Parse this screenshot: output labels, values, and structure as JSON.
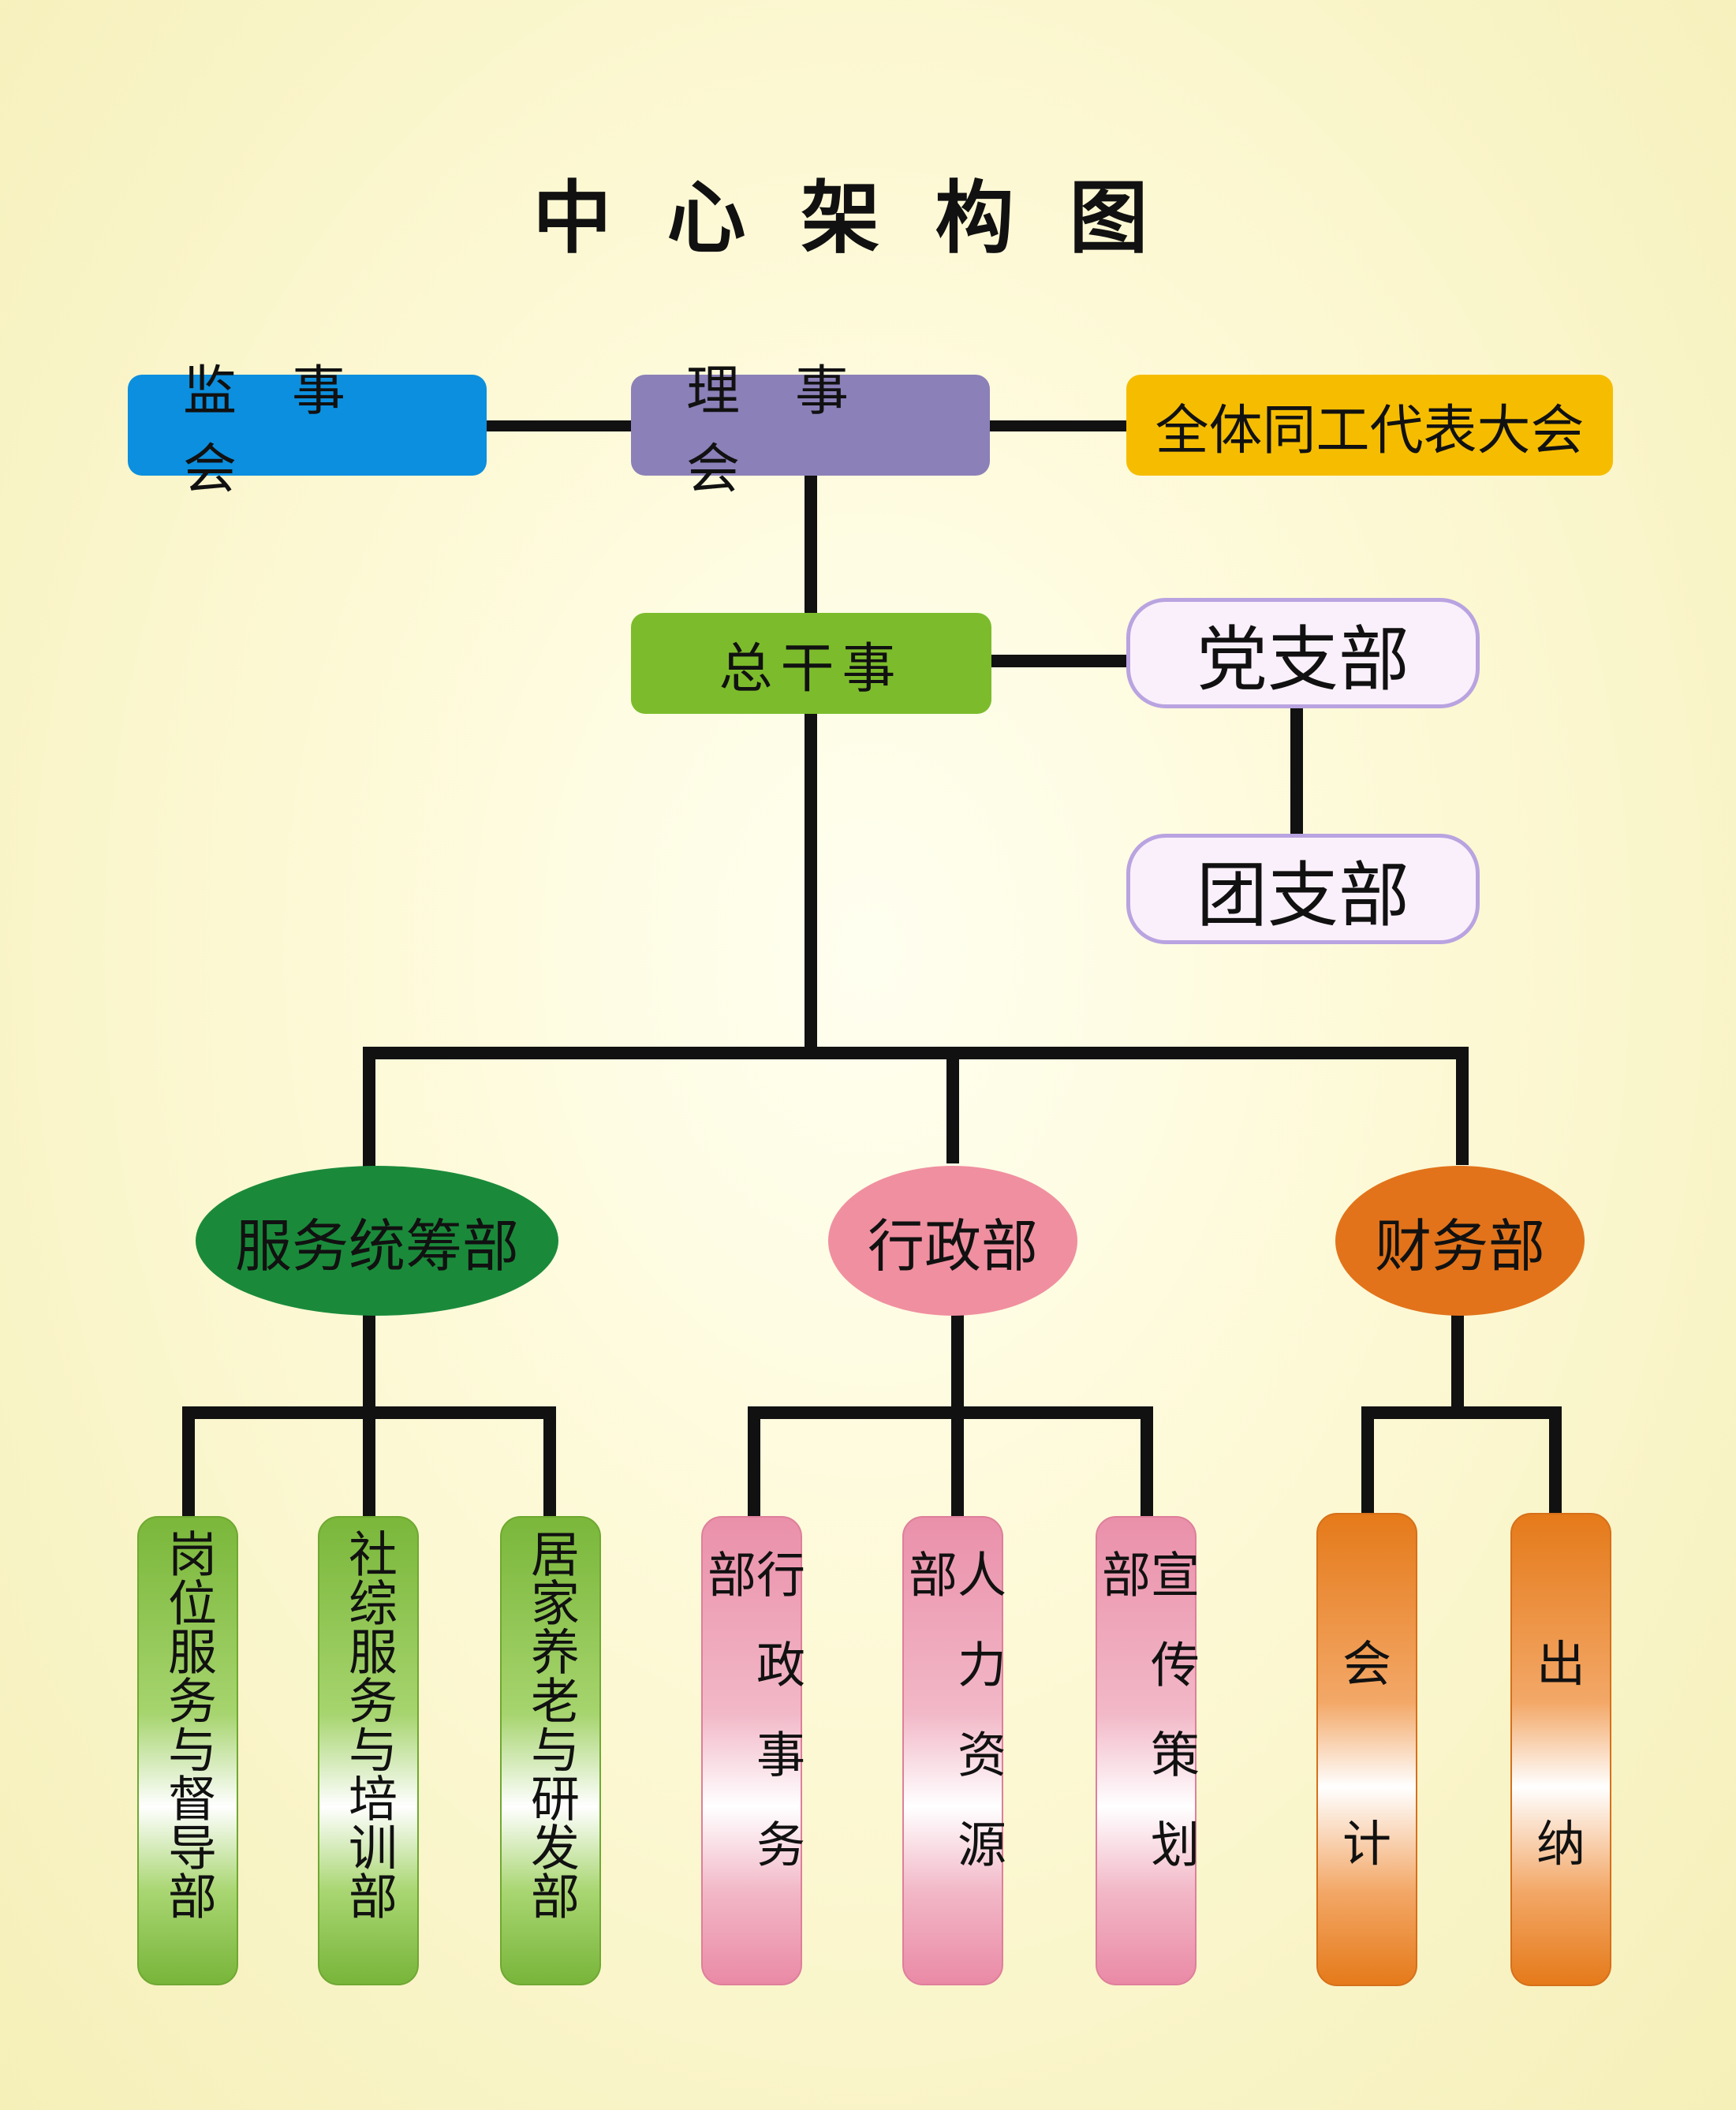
{
  "title": "中心架构图",
  "top": {
    "supervisors": "监事会",
    "board": "理事会",
    "assembly": "全体同工代表大会"
  },
  "secretary": "总干事",
  "party_branch": "党支部",
  "youth_branch": "团支部",
  "departments": [
    {
      "name": "服务统筹部",
      "color": "#1a8a3a",
      "units": [
        "岗位服务与督导部",
        "社综服务与培训部",
        "居家养老与研发部"
      ]
    },
    {
      "name": "行政部",
      "color": "#f08fa0",
      "units": [
        "行政事务部",
        "人力资源部",
        "宣传策划部"
      ]
    },
    {
      "name": "财务部",
      "color": "#e2731a",
      "units": [
        {
          "top": "会",
          "bottom": "计"
        },
        {
          "top": "出",
          "bottom": "纳"
        }
      ]
    }
  ],
  "colors": {
    "supervisors": "#0c8fde",
    "board": "#8c80b8",
    "assembly": "#f6bd00",
    "secretary": "#7cbc2c"
  }
}
